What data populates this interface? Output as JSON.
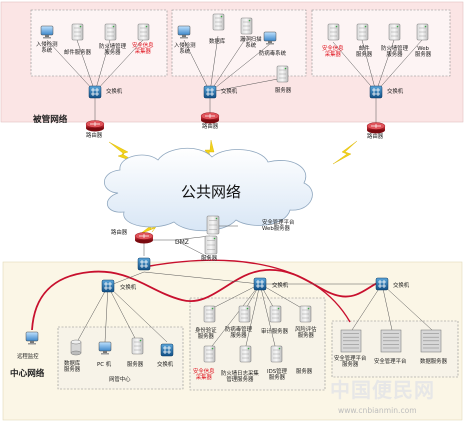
{
  "labels": {
    "switch": "交换机",
    "router": "路由器",
    "dmz": "DMZ",
    "server": "服务器"
  },
  "branch_left": {
    "items": [
      "入侵检测\n系统",
      "邮件服务器",
      "防火墙管理\n服务器",
      "安全信息\n采集器"
    ]
  },
  "branch_mid": {
    "items": [
      "入侵检测\n系统",
      "数据库",
      "漏洞扫描\n系统",
      "防病毒系统",
      "服务器"
    ]
  },
  "branch_right": {
    "items": [
      "安全信息\n采集器",
      "邮件\n服务器",
      "防火墙管理\n服务器",
      "Web\n服务器"
    ]
  },
  "managed_network": "被管网络",
  "cloud": "公共网络",
  "dmz_zone": {
    "mgmt_web": "安全管理平台\nWeb服务器"
  },
  "center": {
    "title": "中心网络",
    "remote": "远程监控",
    "mgmt_group": "网管中心",
    "mgmt_items": [
      "数据库\n服务器",
      "PC 机",
      "服务器",
      "交换机"
    ],
    "sec_items": [
      "身份验证\n服务器",
      "防病毒管理\n服务器",
      "审计服务器",
      "风险评估\n服务器",
      "安全信息\n采集器",
      "防火墙日志采集\n管理服务器",
      "IDS管理\n服务器"
    ],
    "platform_items": [
      "安全管理平台\n服务器",
      "安全管理平台",
      "数据服务器"
    ],
    "cut_label": "服务器"
  },
  "watermark": {
    "brand": "中国便民网",
    "url": "www.cnbianmin.com"
  },
  "colors": {
    "red_line": "#c8102e",
    "top_bg": "#fbe5e5",
    "bottom_bg": "#fbf6e6",
    "cloud": "#e9f1fa",
    "switch": "#1f6ea8",
    "router": "#b4161f",
    "lightning": "#f2d21a"
  }
}
